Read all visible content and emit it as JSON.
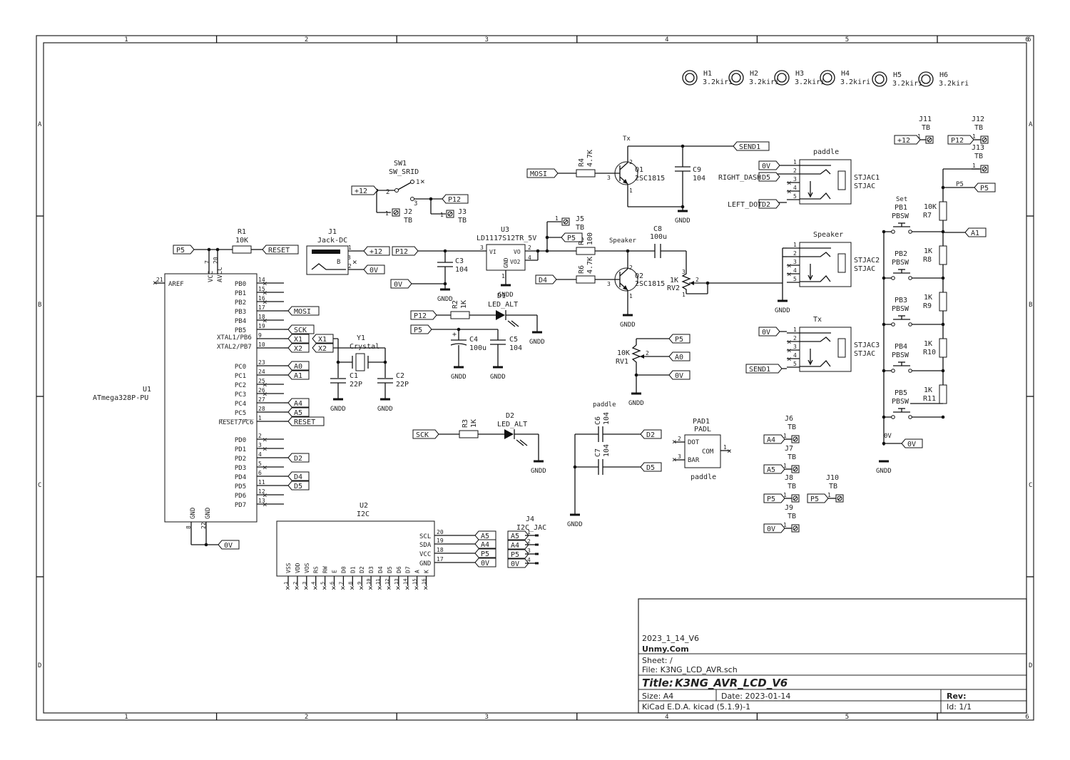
{
  "frame": {
    "columns": [
      "1",
      "2",
      "3",
      "4",
      "5",
      "6"
    ],
    "rows": [
      "A",
      "B",
      "C",
      "D"
    ]
  },
  "mount_holes": [
    {
      "ref": "H1",
      "val": "3.2kiri"
    },
    {
      "ref": "H2",
      "val": "3.2kiri"
    },
    {
      "ref": "H3",
      "val": "3.2kiri"
    },
    {
      "ref": "H4",
      "val": "3.2kiri"
    },
    {
      "ref": "H5",
      "val": "3.2kiri"
    },
    {
      "ref": "H6",
      "val": "3.2kiri"
    }
  ],
  "u1": {
    "ref": "U1",
    "value": "ATmega328P-PU",
    "left_pins": [
      {
        "n": "21",
        "name": "AREF"
      },
      {
        "n": "9",
        "name": "XTAL1/PB6"
      },
      {
        "n": "10",
        "name": "XTAL2/PB7"
      }
    ],
    "top_pins": [
      {
        "n": "7",
        "name": "VCC"
      },
      {
        "n": "20",
        "name": "AVCC"
      }
    ],
    "bottom_pins": [
      {
        "n": "8",
        "name": "GND"
      },
      {
        "n": "22",
        "name": "GND"
      }
    ],
    "right_pins": [
      {
        "n": "14",
        "name": "PB0",
        "net": ""
      },
      {
        "n": "15",
        "name": "PB1",
        "net": ""
      },
      {
        "n": "16",
        "name": "PB2",
        "net": ""
      },
      {
        "n": "17",
        "name": "PB3",
        "net": "MOSI"
      },
      {
        "n": "18",
        "name": "PB4",
        "net": ""
      },
      {
        "n": "19",
        "name": "PB5",
        "net": "SCK"
      },
      {
        "n": "9",
        "name": "XTAL1/PB6",
        "net": "X1"
      },
      {
        "n": "10",
        "name": "XTAL2/PB7",
        "net": "X2"
      },
      {
        "n": "23",
        "name": "PC0",
        "net": "A0"
      },
      {
        "n": "24",
        "name": "PC1",
        "net": "A1"
      },
      {
        "n": "25",
        "name": "PC2",
        "net": ""
      },
      {
        "n": "26",
        "name": "PC3",
        "net": ""
      },
      {
        "n": "27",
        "name": "PC4",
        "net": "A4"
      },
      {
        "n": "28",
        "name": "PC5",
        "net": "A5"
      },
      {
        "n": "1",
        "name": "RESET/PC6",
        "net": "RESET"
      },
      {
        "n": "2",
        "name": "PD0",
        "net": ""
      },
      {
        "n": "3",
        "name": "PD1",
        "net": ""
      },
      {
        "n": "4",
        "name": "PD2",
        "net": "D2"
      },
      {
        "n": "5",
        "name": "PD3",
        "net": ""
      },
      {
        "n": "6",
        "name": "PD4",
        "net": "D4"
      },
      {
        "n": "11",
        "name": "PD5",
        "net": "D5"
      },
      {
        "n": "12",
        "name": "PD6",
        "net": ""
      },
      {
        "n": "13",
        "name": "PD7",
        "net": ""
      }
    ]
  },
  "u2": {
    "ref": "U2",
    "value": "I2C",
    "right_pins": [
      {
        "n": "20",
        "name": "SCL",
        "net": "A5"
      },
      {
        "n": "19",
        "name": "SDA",
        "net": "A4"
      },
      {
        "n": "18",
        "name": "VCC",
        "net": "P5"
      },
      {
        "n": "17",
        "name": "GND",
        "net": "0V"
      }
    ],
    "bottom_pins": [
      "VSS",
      "VDD",
      "VOS",
      "RS",
      "RW",
      "E",
      "D0",
      "D1",
      "D2",
      "D3",
      "D4",
      "D5",
      "D6",
      "D7",
      "A",
      "K"
    ]
  },
  "j4": {
    "ref": "J4",
    "value": "I2C_JAC",
    "nets": [
      "A5",
      "A4",
      "P5",
      "0V"
    ]
  },
  "labels": {
    "r1_ref": "R1",
    "r1_val": "10K",
    "p5": "P5",
    "reset": "RESET",
    "gnd_0v": "0V",
    "mosi": "MOSI",
    "sck": "SCK",
    "x1": "X1",
    "x2": "X2",
    "a0": "A0",
    "a1": "A1",
    "a4": "A4",
    "a5": "A5",
    "d2": "D2",
    "d4": "D4",
    "d5": "D5",
    "p12": "P12",
    "plus12": "+12",
    "send1": "SEND1",
    "right_dash": "RIGHT_DASH",
    "left_dot": "LEFT_DOT",
    "gndd": "GNDD"
  },
  "y1": {
    "ref": "Y1",
    "value": "Crystal"
  },
  "c1": {
    "ref": "C1",
    "value": "22P"
  },
  "c2": {
    "ref": "C2",
    "value": "22P"
  },
  "j1": {
    "ref": "J1",
    "value": "Jack-DC",
    "pin_b": "B"
  },
  "sw1": {
    "ref": "SW1",
    "value": "SW_SRID"
  },
  "j2": {
    "ref": "J2",
    "value": "TB"
  },
  "j3": {
    "ref": "J3",
    "value": "TB"
  },
  "j5": {
    "ref": "J5",
    "value": "TB"
  },
  "u3": {
    "ref": "U3",
    "value": "LD1117S12TR_5V",
    "vi": "VI",
    "vo": "VO",
    "vo2": "VO2",
    "gnd": "GND"
  },
  "c3": {
    "ref": "C3",
    "value": "104"
  },
  "r2": {
    "ref": "R2",
    "value": "1K"
  },
  "d1": {
    "ref": "D1",
    "value": "LED_ALT"
  },
  "c4": {
    "ref": "C4",
    "value": "100u"
  },
  "c5": {
    "ref": "C5",
    "value": "104"
  },
  "r3": {
    "ref": "R3",
    "value": "1K"
  },
  "d2": {
    "ref": "D2",
    "value": "LED_ALT"
  },
  "q1": {
    "ref": "Q1",
    "value": "2SC1815",
    "title": "Tx"
  },
  "r4": {
    "ref": "R4",
    "value": "4.7K"
  },
  "c9": {
    "ref": "C9",
    "value": "104"
  },
  "r5": {
    "ref": "R5",
    "value": "100"
  },
  "r6": {
    "ref": "R6",
    "value": "4.7K"
  },
  "q2": {
    "ref": "Q2",
    "value": "2SC1815",
    "title": "Speaker"
  },
  "c8": {
    "ref": "C8",
    "value": "100u"
  },
  "rv2": {
    "ref": "RV2",
    "value": "1K"
  },
  "rv1": {
    "ref": "RV1",
    "value": "10K"
  },
  "c6": {
    "ref": "C6",
    "value": "104",
    "title": "paddle"
  },
  "c7": {
    "ref": "C7",
    "value": "104"
  },
  "pad1": {
    "ref": "PAD1",
    "value": "PADL",
    "footer": "paddle",
    "dot": "DOT",
    "bar": "BAR",
    "com": "COM"
  },
  "stjac1": {
    "ref": "STJAC1",
    "value": "STJAC",
    "title": "paddle"
  },
  "stjac2": {
    "ref": "STJAC2",
    "value": "STJAC",
    "title": "Speaker"
  },
  "stjac3": {
    "ref": "STJAC3",
    "value": "STJAC",
    "title": "Tx"
  },
  "tb_connectors": [
    {
      "ref": "J11",
      "value": "TB",
      "net": "+12"
    },
    {
      "ref": "J12",
      "value": "TB",
      "net": "P12"
    },
    {
      "ref": "J13",
      "value": "TB",
      "net": ""
    },
    {
      "ref": "J6",
      "value": "TB",
      "net": "A4"
    },
    {
      "ref": "J7",
      "value": "TB",
      "net": "A5"
    },
    {
      "ref": "J8",
      "value": "TB",
      "net": "P5"
    },
    {
      "ref": "J9",
      "value": "TB",
      "net": "0V"
    },
    {
      "ref": "J10",
      "value": "TB",
      "net": "P5"
    }
  ],
  "switches": [
    {
      "ref": "PB1",
      "value": "PBSW",
      "title": "Set"
    },
    {
      "ref": "PB2",
      "value": "PBSW"
    },
    {
      "ref": "PB3",
      "value": "PBSW"
    },
    {
      "ref": "PB4",
      "value": "PBSW"
    },
    {
      "ref": "PB5",
      "value": "PBSW"
    }
  ],
  "ladder_resistors": [
    {
      "ref": "R7",
      "value": "10K"
    },
    {
      "ref": "R8",
      "value": "1K"
    },
    {
      "ref": "R9",
      "value": "1K"
    },
    {
      "ref": "R10",
      "value": "1K"
    },
    {
      "ref": "R11",
      "value": "1K"
    }
  ],
  "title_block": {
    "comment": "2023_1_14_V6",
    "company": "Unmy.Com",
    "sheet": "Sheet: /",
    "file": "File: K3NG_LCD_AVR.sch",
    "title_label": "Title:",
    "title": "K3NG_AVR_LCD_V6",
    "size": "Size: A4",
    "date": "Date: 2023-01-14",
    "rev": "Rev:",
    "tool": "KiCad E.D.A.  kicad (5.1.9)-1",
    "id": "Id: 1/1"
  }
}
